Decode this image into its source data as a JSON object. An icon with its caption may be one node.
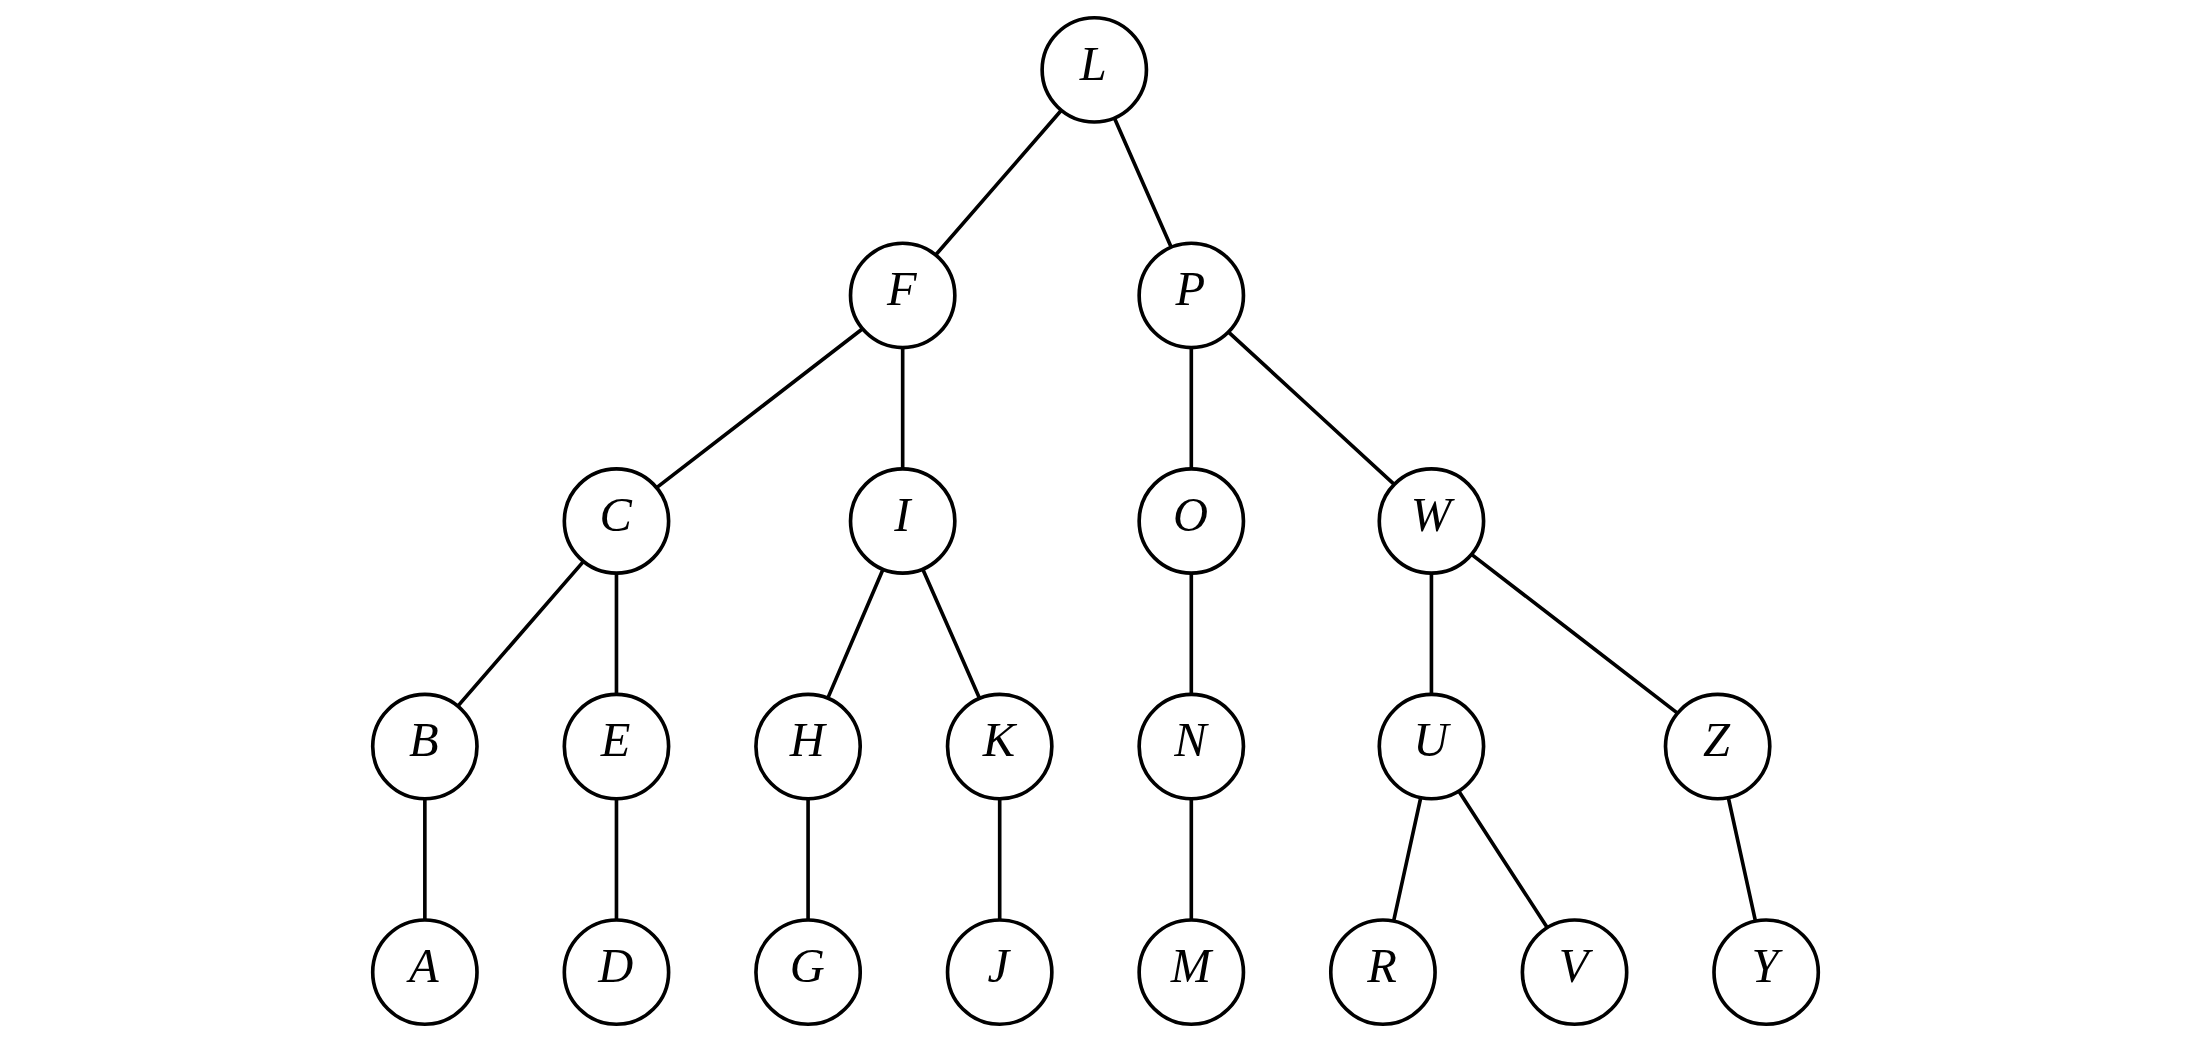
{
  "diagram": {
    "nodes": [
      {
        "text": [
          "L"
        ]
      },
      {
        "text": [
          "F"
        ]
      },
      {
        "text": [
          "P"
        ]
      },
      {
        "text": [
          "C"
        ]
      },
      {
        "text": [
          "I"
        ]
      },
      {
        "text": [
          "O"
        ]
      },
      {
        "text": [
          "W"
        ]
      },
      {
        "text": [
          "B"
        ]
      },
      {
        "text": [
          "E"
        ]
      },
      {
        "text": [
          "H"
        ]
      },
      {
        "text": [
          "K"
        ]
      },
      {
        "text": [
          "N"
        ]
      },
      {
        "text": [
          "U"
        ]
      },
      {
        "text": [
          "Z"
        ]
      },
      {
        "text": [
          "A"
        ]
      },
      {
        "text": [
          "D"
        ]
      },
      {
        "text": [
          "G"
        ]
      },
      {
        "text": [
          "J"
        ]
      },
      {
        "text": [
          "M"
        ]
      },
      {
        "text": [
          "R"
        ]
      },
      {
        "text": [
          "V"
        ]
      },
      {
        "text": [
          "Y"
        ]
      }
    ],
    "edges": [
      {
        "from": 0,
        "to": 1,
        "arrow": "none"
      },
      {
        "from": 0,
        "to": 2,
        "arrow": "none"
      },
      {
        "from": 1,
        "to": 3,
        "arrow": "none"
      },
      {
        "from": 1,
        "to": 4,
        "arrow": "none"
      },
      {
        "from": 2,
        "to": 5,
        "arrow": "none"
      },
      {
        "from": 2,
        "to": 6,
        "arrow": "none"
      },
      {
        "from": 3,
        "to": 7,
        "arrow": "none"
      },
      {
        "from": 3,
        "to": 8,
        "arrow": "none"
      },
      {
        "from": 4,
        "to": 9,
        "arrow": "none"
      },
      {
        "from": 4,
        "to": 10,
        "arrow": "none"
      },
      {
        "from": 5,
        "to": 11,
        "arrow": "none"
      },
      {
        "from": 6,
        "to": 12,
        "arrow": "none"
      },
      {
        "from": 6,
        "to": 13,
        "arrow": "none"
      },
      {
        "from": 7,
        "to": 14,
        "arrow": "none"
      },
      {
        "from": 8,
        "to": 15,
        "arrow": "none"
      },
      {
        "from": 9,
        "to": 16,
        "arrow": "none"
      },
      {
        "from": 10,
        "to": 17,
        "arrow": "none"
      },
      {
        "from": 11,
        "to": 18,
        "arrow": "none"
      },
      {
        "from": 12,
        "to": 19,
        "arrow": "none"
      },
      {
        "from": 12,
        "to": 20,
        "arrow": "none"
      },
      {
        "from": 13,
        "to": 21,
        "arrow": "none"
      }
    ]
  }
}
